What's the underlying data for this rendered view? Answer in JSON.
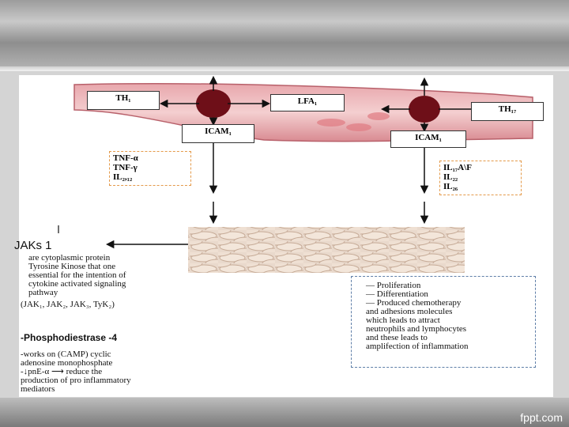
{
  "footer": {
    "brand": "fppt.com"
  },
  "cells": {
    "th1": "TH₁",
    "lfa1": "LFA₁",
    "th17": "TH₁₇",
    "icam1_left": "ICAM₁",
    "icam1_right": "ICAM₁"
  },
  "left_cytokines": [
    "TNF-α",
    "TNF-γ",
    "IL₂,₁₂"
  ],
  "right_cytokines": [
    "IL₁₇A\\F",
    "IL₂₂",
    "IL₂₆"
  ],
  "jak": {
    "title": "JAKs 1",
    "lines": [
      "are cytoplasmic protein",
      "Tyrosine Kinose that one",
      "essential for the intention of",
      "cytokine activated signaling",
      "pathway"
    ],
    "members": "(JAK₁, JAK₂, JAK₃, TyK₂)"
  },
  "pde": {
    "title": "-Phosphodiestrase -4",
    "lines": [
      "-works on (CAMP) cyclic",
      "adenosine monophosphate",
      "-↓pnE-α ⟶   reduce the",
      "production of pro inflammatory",
      "mediators"
    ]
  },
  "effects": [
    "—  Proliferation",
    "—  Differentiation",
    "—  Produced chemotherapy",
    "and adhesions molecules",
    "which leads to attract",
    "neutrophils and lymphocytes",
    "and these leads to",
    "amplifection of inflammation"
  ]
}
